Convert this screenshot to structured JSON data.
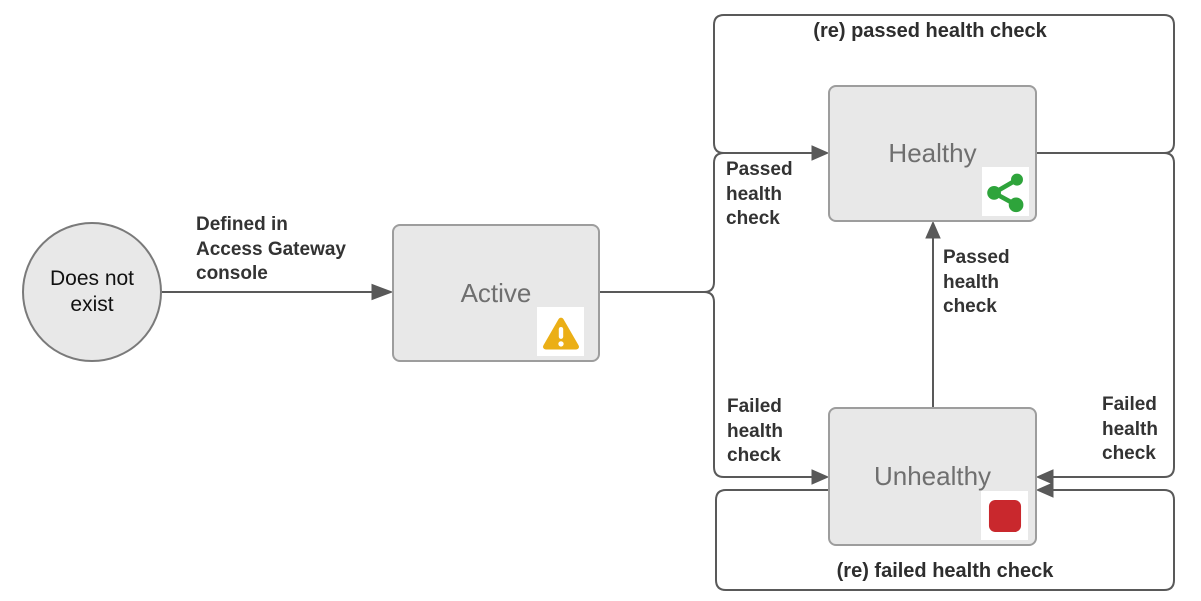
{
  "colors": {
    "node_fill": "#e8e8e8",
    "node_border": "#9d9d9d",
    "circle_border": "#7a7a7a",
    "node_label": "#6f6f6f",
    "edge": "#595959",
    "label": "#333333",
    "warning": "#ebaf16",
    "healthy_green": "#2ea43b",
    "unhealthy_red": "#c9282d",
    "icon_bg": "#ffffff",
    "background": "#ffffff"
  },
  "nodes": {
    "does_not_exist": {
      "label": "Does not\nexist"
    },
    "active": {
      "label": "Active",
      "icon": "warning-icon"
    },
    "healthy": {
      "label": "Healthy",
      "icon": "share-icon"
    },
    "unhealthy": {
      "label": "Unhealthy",
      "icon": "stop-icon"
    }
  },
  "edge_labels": {
    "defined_in": "Defined in\nAccess Gateway\nconsole",
    "passed_left": "Passed\nhealth\ncheck",
    "passed_middle": "Passed\nhealth\ncheck",
    "failed_left": "Failed\nhealth\ncheck",
    "failed_right": "Failed\nhealth\ncheck",
    "re_passed": "(re) passed health check",
    "re_failed": "(re) failed  health check"
  }
}
